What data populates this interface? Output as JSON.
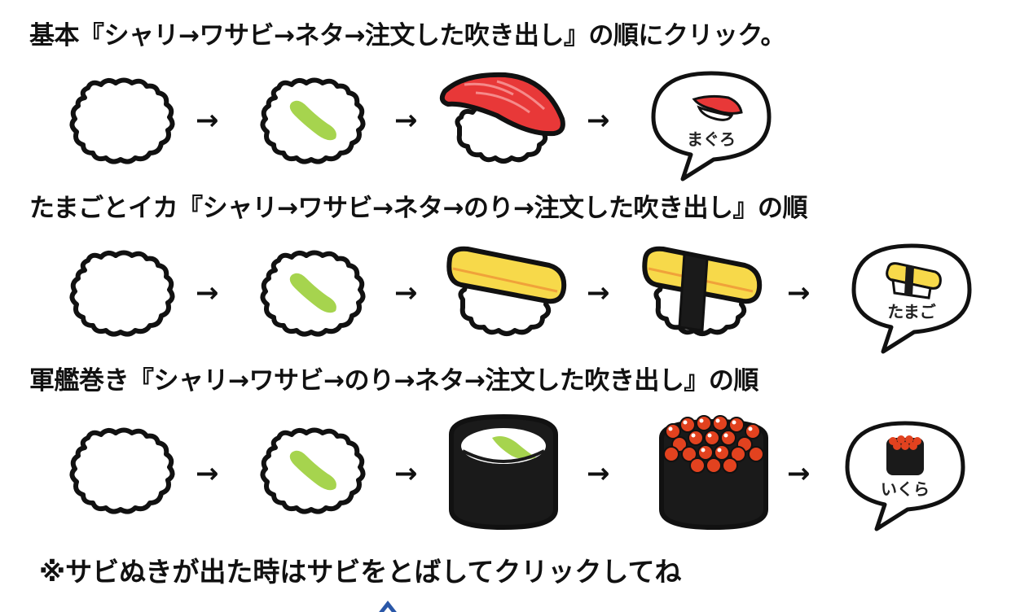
{
  "instructions": {
    "basic": "基本『シャリ→ワサビ→ネタ→注文した吹き出し』の順にクリック。",
    "tamago_ika": "たまごとイカ『シャリ→ワサビ→ネタ→のり→注文した吹き出し』の順",
    "gunkan": "軍艦巻き『シャリ→ワサビ→のり→ネタ→注文した吹き出し』の順",
    "note": "※サビぬきが出た時はサビをとばしてクリックしてね"
  },
  "arrow_glyph": "→",
  "orders": {
    "maguro": "まぐろ",
    "tamago": "たまご",
    "ikura": "いくら"
  },
  "colors": {
    "rice_outline": "#111111",
    "wasabi": "#a6d44e",
    "tuna": "#e83838",
    "tamago": "#f7d94a",
    "nori": "#1a1a1a",
    "ikura": "#e2421f"
  },
  "icons": {
    "rice": "rice-icon",
    "wasabi": "wasabi-rice-icon",
    "tuna": "tuna-nigiri-icon",
    "tamago": "tamago-nigiri-icon",
    "nori": "nori-wrapped-icon",
    "ikura": "ikura-gunkan-icon"
  }
}
